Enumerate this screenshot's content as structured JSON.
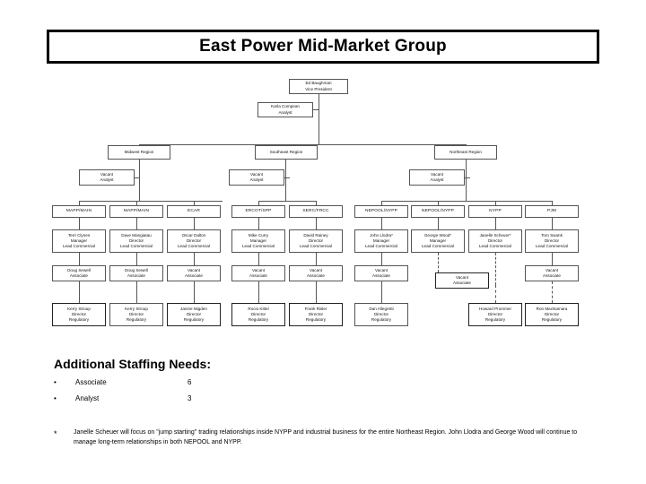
{
  "slide": {
    "title": "East Power Mid-Market Group"
  },
  "org_chart": {
    "executive": {
      "name": "Ed Baughman",
      "role": "Vice President"
    },
    "analyst_staff": {
      "name": "Karla Compean",
      "role": "Analyst"
    },
    "regions": [
      {
        "label": "Midwest Region"
      },
      {
        "label": "Southeast Region"
      },
      {
        "label": "Northeast Region"
      }
    ],
    "region_analysts": [
      {
        "name": "Vacant",
        "role": "Analyst"
      },
      {
        "name": "Vacant",
        "role": "Analyst"
      },
      {
        "name": "Vacant",
        "role": "Analyst"
      }
    ],
    "markets": [
      {
        "code": "MAPP/MAIN"
      },
      {
        "code": "MAPP/MAIN"
      },
      {
        "code": "ECAR"
      },
      {
        "code": "ERCOT/SPP"
      },
      {
        "code": "SERC/FRCC"
      },
      {
        "code": "NEPOOL/NYPP"
      },
      {
        "code": "NEPOOL/NYPP"
      },
      {
        "code": "NYPP"
      },
      {
        "code": "PJM"
      }
    ],
    "commercial_leads": [
      {
        "name": "Terri Clynes",
        "title": "Manager",
        "line3": "Lead Commercial"
      },
      {
        "name": "Dave Mangiatau",
        "title": "Director",
        "line3": "Lead Commercial"
      },
      {
        "name": "Oscar Dalton",
        "title": "Director",
        "line3": "Lead Commercial"
      },
      {
        "name": "Mike Curry",
        "title": "Manager",
        "line3": "Lead Commercial"
      },
      {
        "name": "David Rainey",
        "title": "Director",
        "line3": "Lead Commercial"
      },
      {
        "name": "John Llodra*",
        "title": "Manager",
        "line3": "Lead Commercial"
      },
      {
        "name": "George Wood*",
        "title": "Manager",
        "line3": "Lead Commercial"
      },
      {
        "name": "Janelle Scheuer*",
        "title": "Director",
        "line3": "Lead Commercial"
      },
      {
        "name": "Tom Swank",
        "title": "Director",
        "line3": "Lead Commercial"
      }
    ],
    "associates": [
      {
        "name": "Doug Sewell",
        "role": "Associate"
      },
      {
        "name": "Doug Sewell",
        "role": "Associate"
      },
      {
        "name": "Vacant",
        "role": "Associate"
      },
      {
        "name": "Vacant",
        "role": "Associate"
      },
      {
        "name": "Vacant",
        "role": "Associate"
      },
      {
        "name": "Vacant",
        "role": "Associate"
      },
      {
        "name": "Vacant",
        "role": "Associate"
      },
      {
        "name": "Vacant",
        "role": "Associate"
      }
    ],
    "regulatory": [
      {
        "name": "Kerry Stroup",
        "title": "Director",
        "line3": "Regulatory"
      },
      {
        "name": "Kerry Stroup",
        "title": "Director",
        "line3": "Regulatory"
      },
      {
        "name": "Janine Migden",
        "title": "Director",
        "line3": "Regulatory"
      },
      {
        "name": "Rocio Kittel",
        "title": "Director",
        "line3": "Regulatory"
      },
      {
        "name": "Frank Risler",
        "title": "Director",
        "line3": "Regulatory"
      },
      {
        "name": "Dan Allegretti",
        "title": "Director",
        "line3": "Regulatory"
      },
      {
        "name": "Howard Prommer",
        "title": "Director",
        "line3": "Regulatory"
      },
      {
        "name": "Ron MacNamara",
        "title": "Director",
        "line3": "Regulatory"
      }
    ]
  },
  "staffing": {
    "heading": "Additional Staffing Needs:",
    "bullet_glyph": "•",
    "rows": [
      {
        "label": "Associate",
        "count": "6"
      },
      {
        "label": "Analyst",
        "count": "3"
      }
    ]
  },
  "footnote": {
    "mark": "*",
    "text": "Janelle Scheuer will focus on \"jump starting\" trading relationships inside NYPP and industrial business for the entire Northeast Region. John Llodra and George Wood will continue to manage long-term relationships in both NEPOOL and NYPP."
  }
}
